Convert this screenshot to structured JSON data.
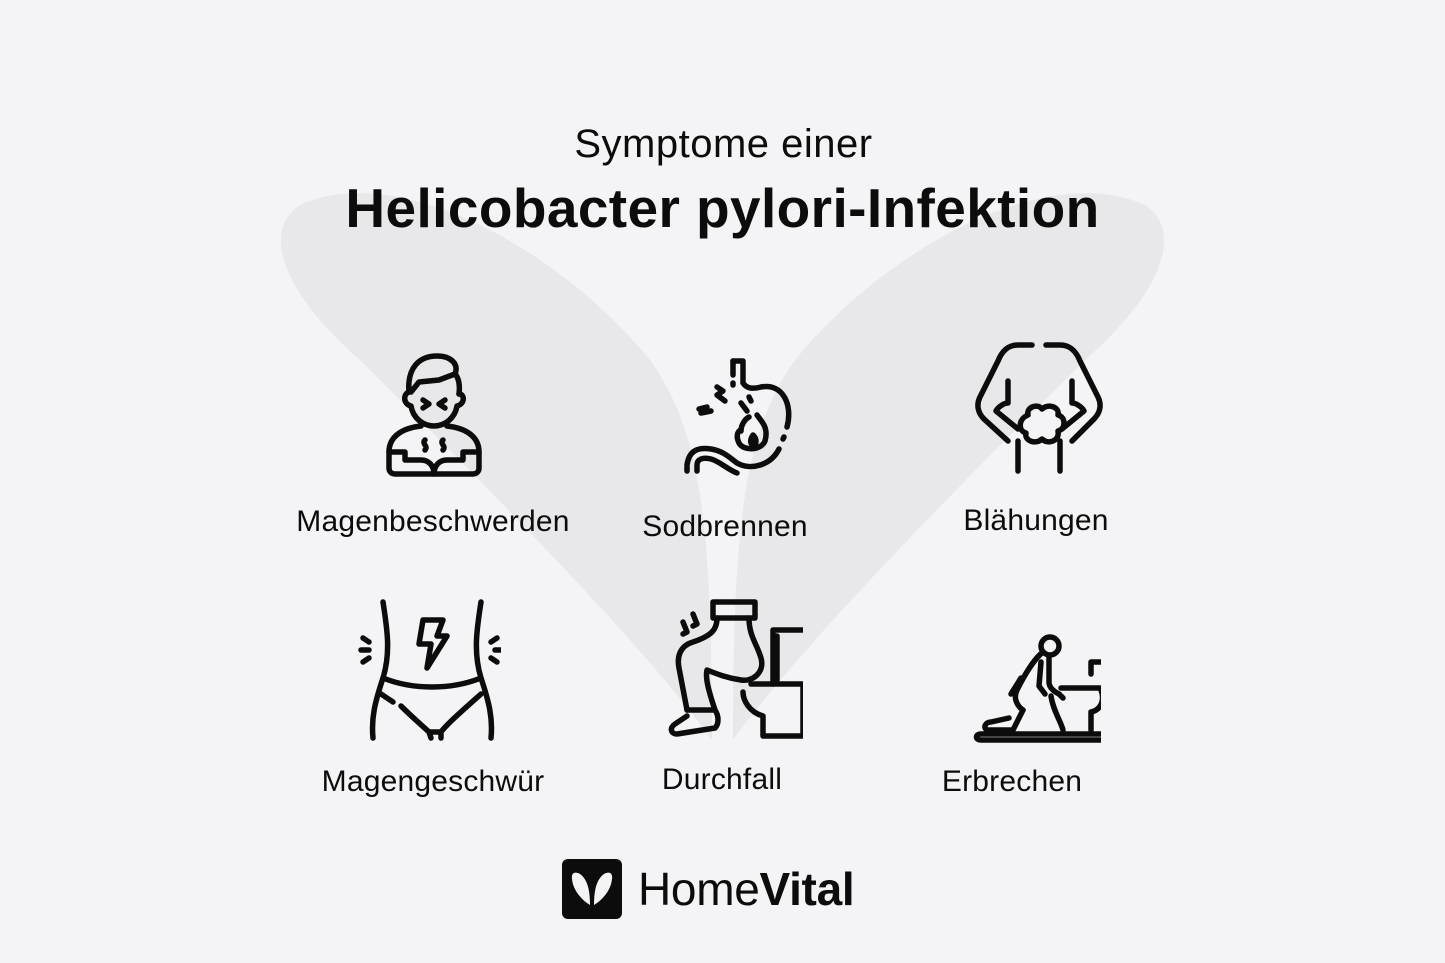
{
  "header": {
    "subtitle": "Symptome einer",
    "title": "Helicobacter pylori-Infektion"
  },
  "symptoms": [
    {
      "label": "Magenbeschwerden",
      "icon": "stomach-ache-person-icon"
    },
    {
      "label": "Sodbrennen",
      "icon": "heartburn-stomach-fire-icon"
    },
    {
      "label": "Blähungen",
      "icon": "bloating-gas-icon"
    },
    {
      "label": "Magengeschwür",
      "icon": "abdominal-pain-lightning-icon"
    },
    {
      "label": "Durchfall",
      "icon": "diarrhea-toilet-icon"
    },
    {
      "label": "Erbrechen",
      "icon": "vomiting-toilet-icon"
    }
  ],
  "brand": {
    "name_light": "Home",
    "name_bold": "Vital",
    "logo_icon": "leaf-heart-logo-icon"
  },
  "colors": {
    "background": "#f4f4f6",
    "watermark": "#e7e7e9",
    "text": "#0c0c0c"
  }
}
